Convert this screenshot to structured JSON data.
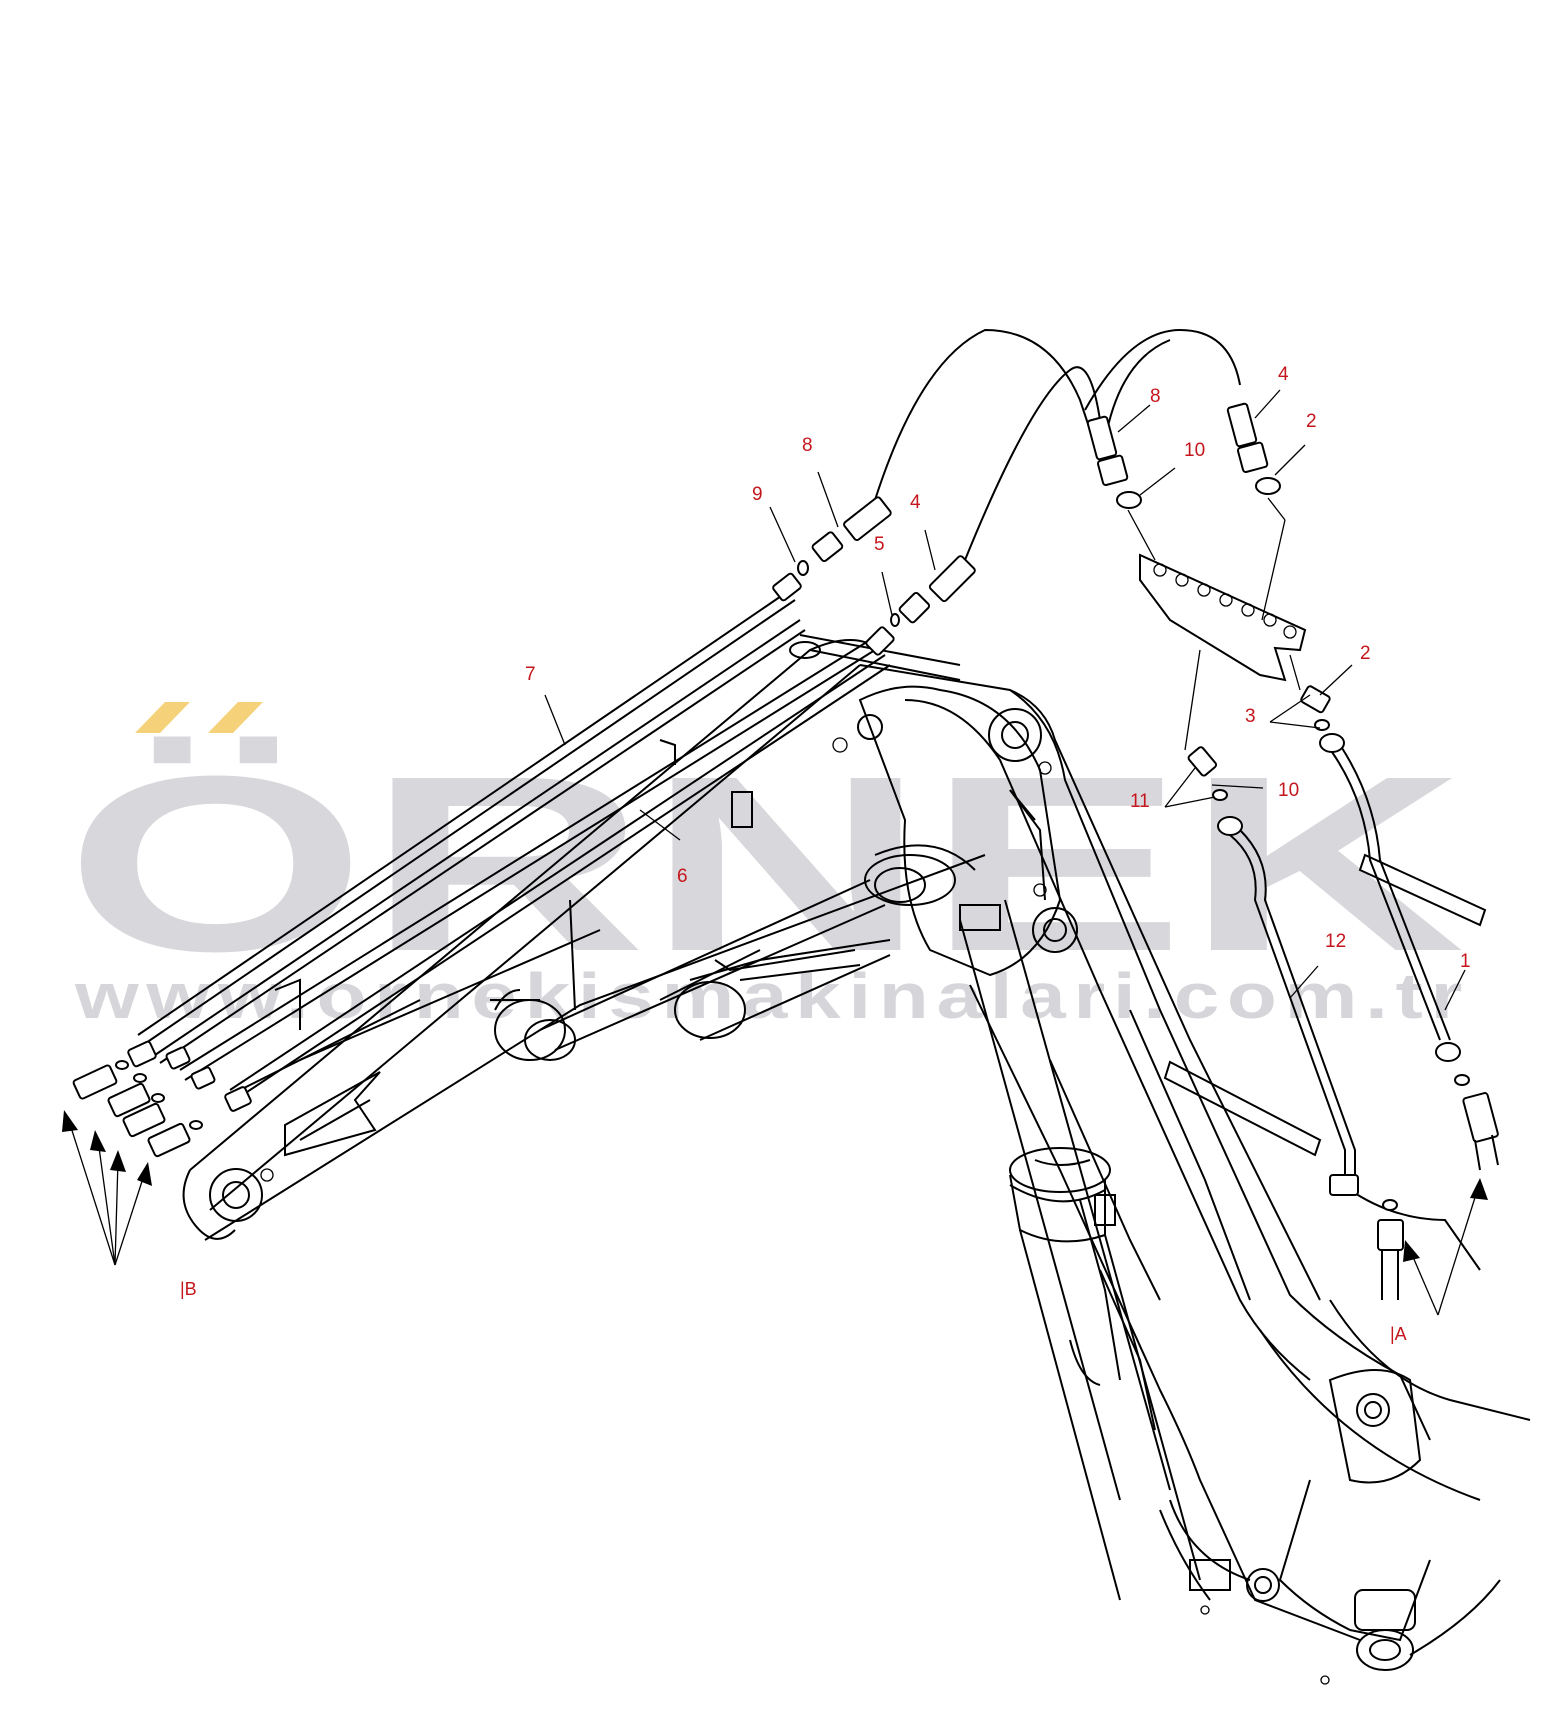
{
  "watermark": {
    "brand": "ÖRNEK",
    "url": "www.ornekismakinalari.com.tr",
    "accent_color": "#f5d27a",
    "text_color": "#cfcfd4"
  },
  "label_color": "#c4161c",
  "callouts": [
    {
      "id": "c7",
      "text": "7"
    },
    {
      "id": "c6",
      "text": "6"
    },
    {
      "id": "c8a",
      "text": "8"
    },
    {
      "id": "c9",
      "text": "9"
    },
    {
      "id": "c4a",
      "text": "4"
    },
    {
      "id": "c5",
      "text": "5"
    },
    {
      "id": "c8b",
      "text": "8"
    },
    {
      "id": "c10a",
      "text": "10"
    },
    {
      "id": "c4b",
      "text": "4"
    },
    {
      "id": "c2a",
      "text": "2"
    },
    {
      "id": "c2b",
      "text": "2"
    },
    {
      "id": "c3",
      "text": "3"
    },
    {
      "id": "c11",
      "text": "11"
    },
    {
      "id": "c10b",
      "text": "10"
    },
    {
      "id": "c12",
      "text": "12"
    },
    {
      "id": "c1",
      "text": "1"
    }
  ],
  "references": [
    {
      "id": "refA",
      "text": "|A"
    },
    {
      "id": "refB",
      "text": "|B"
    }
  ]
}
